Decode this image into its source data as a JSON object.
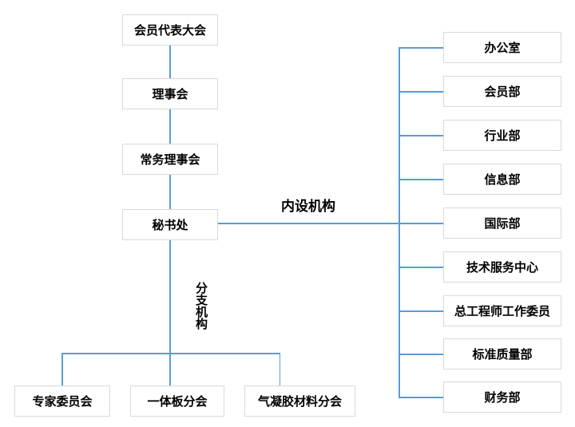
{
  "page": {
    "background_color": "#ffffff"
  },
  "diagram": {
    "type": "org-chart",
    "line_color": "#5b9bd5",
    "box_border_color": "#d9d9d9",
    "box_fill_color": "#ffffff",
    "text_color": "#000000",
    "governance_chain": [
      {
        "label": "会员代表大会"
      },
      {
        "label": "理事会"
      },
      {
        "label": "常务理事会"
      },
      {
        "label": "秘书处"
      }
    ],
    "internal_section": {
      "label": "内设机构",
      "departments": [
        {
          "label": "办公室"
        },
        {
          "label": "会员部"
        },
        {
          "label": "行业部"
        },
        {
          "label": "信息部"
        },
        {
          "label": "国际部"
        },
        {
          "label": "技术服务中心"
        },
        {
          "label": "总工程师工作委员"
        },
        {
          "label": "标准质量部"
        },
        {
          "label": "财务部"
        }
      ]
    },
    "branch_section": {
      "label": "分支机构",
      "branches": [
        {
          "label": "专家委员会"
        },
        {
          "label": "一体板分会"
        },
        {
          "label": "气凝胶材料分会"
        }
      ]
    }
  }
}
